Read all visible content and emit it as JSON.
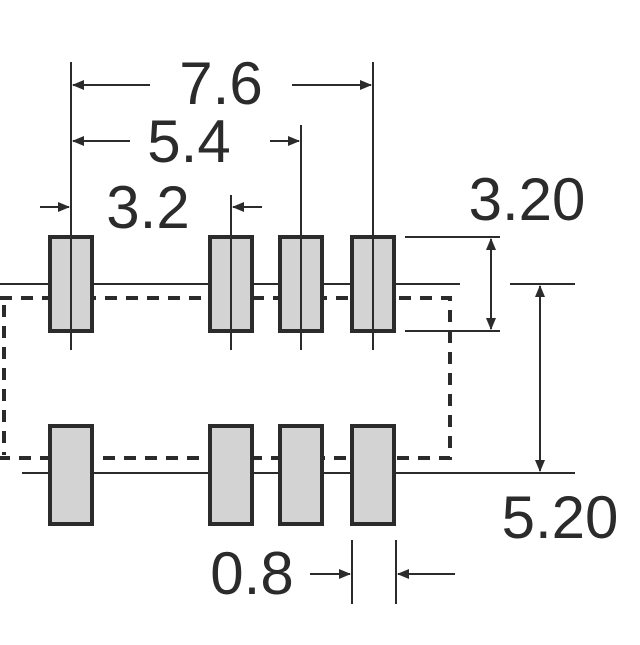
{
  "dimensions": {
    "span_7_6": "7.6",
    "span_5_4": "5.4",
    "span_3_2": "3.2",
    "pad_height": "3.20",
    "row_pitch": "5.20",
    "pad_width": "0.8"
  },
  "colors": {
    "line": "#2b2b2b",
    "pad_fill": "#d3d3d3",
    "pad_stroke": "#2b2b2b",
    "outline_dash": "#2b2b2b"
  }
}
